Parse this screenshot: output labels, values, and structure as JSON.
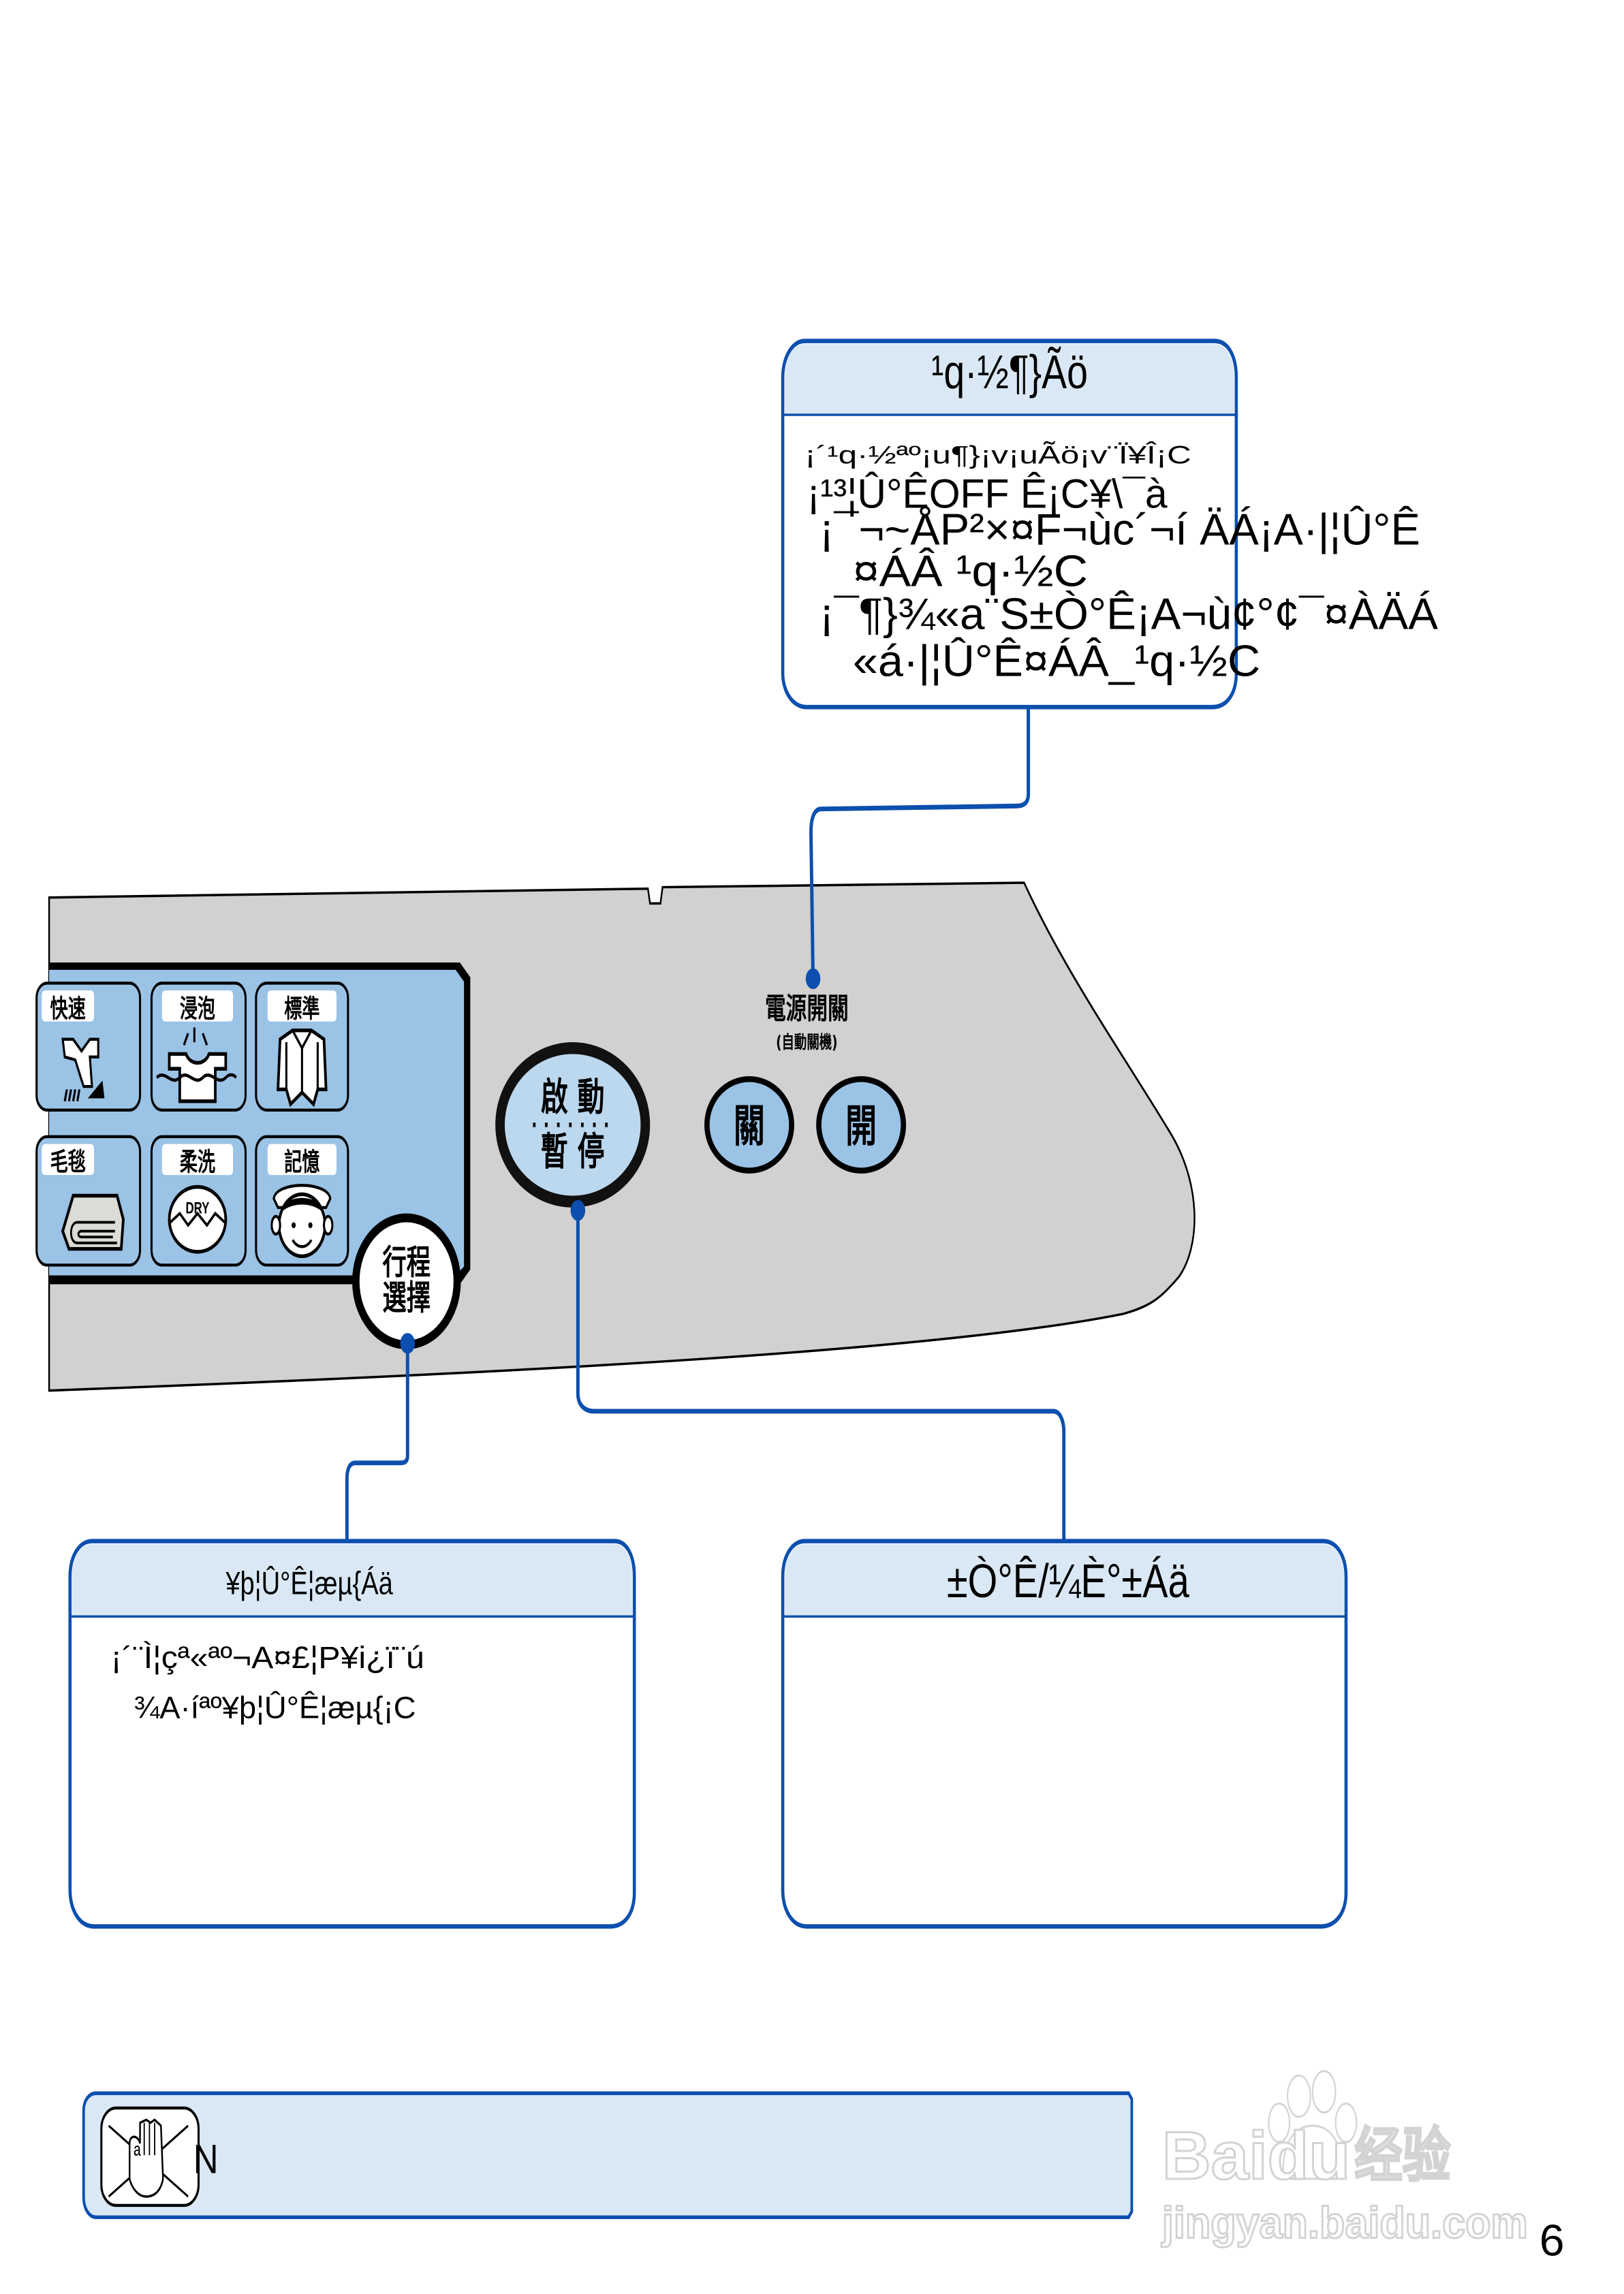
{
  "page_number": "6",
  "power_box": {
    "title": "¹q·½¶}Ãö",
    "lines": [
      "¡´¹q·½ªº¡u¶}¡v¡uÃö¡v¨Ï¥Î¡C",
      "¡¹³¦Û°ÊOFF   Ê¡C¥\\¯à",
      "¡¯¬~ÅP²×¤F¬ùc´¬í ÄÁ¡A·|¦Û°Ê",
      "¤ÁÂ ¹q·½C",
      "¡¯¶}¾«a¨S±Ò°Ê¡A¬ù¢°¢¯¤ÀÄÁ",
      "«á·|¦Û°Ê¤ÁÂ_¹q·½C"
    ]
  },
  "program_box": {
    "title": "¥þ¦Û°Ê¦æµ{Áä",
    "lines": [
      "¡´¨Ì¦çª«ªº¬A¤£¦P¥i¿ï¨ú",
      "¾A·íªº¥þ¦Û°Ê¦æµ{¡C"
    ]
  },
  "start_box": {
    "title": "±Ò°Ê/¼È°±Áä",
    "lines": []
  },
  "note_box": {
    "icon": "no-hand-icon",
    "text": "N",
    "icon_glyph": "ª"
  },
  "control_panel": {
    "program_tiles": [
      {
        "label": "快速",
        "icon": "quick-wash-icon"
      },
      {
        "label": "浸泡",
        "icon": "soak-icon"
      },
      {
        "label": "標準",
        "icon": "standard-shirt-icon"
      },
      {
        "label": "毛毯",
        "icon": "blanket-icon"
      },
      {
        "label": "柔洗",
        "icon": "dry-gentle-icon",
        "badge": "DRY"
      },
      {
        "label": "記憶",
        "icon": "memory-face-icon"
      }
    ],
    "program_select_button": {
      "line1": "行程",
      "line2": "選擇"
    },
    "start_pause_button": {
      "line1": "啟 動",
      "line2": "暫 停"
    },
    "power_label": "電源開關",
    "power_sublabel": "(自動關機)",
    "power_off_button": "關",
    "power_on_button": "開"
  },
  "watermark": {
    "brand": "Baidu",
    "brand_mid": "du",
    "suffix": "经验",
    "url": "jingyan.baidu.com"
  },
  "colors": {
    "accent_blue": "#0c4fae",
    "box_header": "#d9e8f4",
    "panel_gray": "#d2d1d0",
    "display_blue": "#9ac3e6",
    "button_light_blue": "#bcd8ef"
  }
}
